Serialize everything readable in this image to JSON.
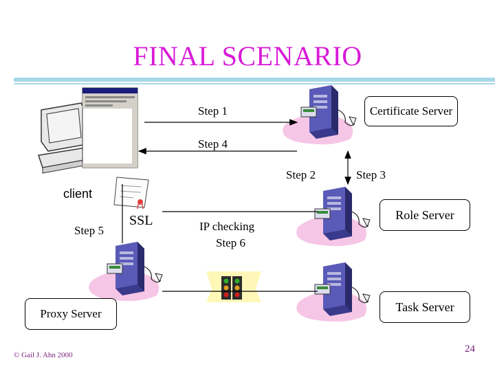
{
  "title": "FINAL SCENARIO",
  "labels": {
    "step1": "Step 1",
    "step4": "Step 4",
    "step2": "Step 2",
    "step3": "Step 3",
    "client": "client",
    "step5": "Step 5",
    "ssl": "SSL",
    "ip_checking_line1": "IP checking",
    "ip_checking_line2": "Step 6"
  },
  "servers": {
    "certificate": "Certificate Server",
    "role": "Role Server",
    "task": "Task Server",
    "proxy": "Proxy Server"
  },
  "footer": {
    "copyright": "© Gail J. Ahn 2000",
    "page_number": "24"
  },
  "colors": {
    "title": "#d81ad8",
    "rule": "#a8d8e8",
    "server_body": "#4a4aa0",
    "shadow_pad": "#f6c6e6"
  }
}
